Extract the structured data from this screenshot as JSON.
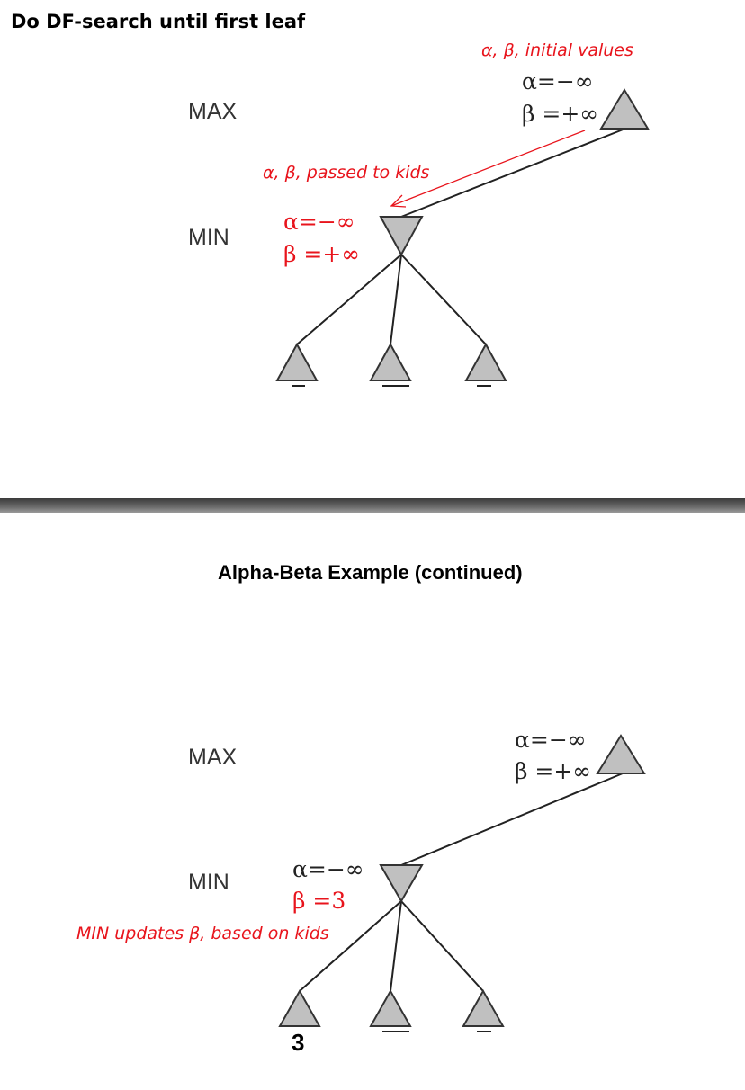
{
  "panel1": {
    "heading": "Do DF-search until first leaf",
    "max_label": "MAX",
    "min_label": "MIN",
    "note_initial": "α, β, initial values",
    "note_passed": "α, β, passed to kids",
    "max_alpha": "α=−∞",
    "max_beta": "β =+∞",
    "min_alpha": "α=−∞",
    "min_beta": "β =+∞"
  },
  "panel2": {
    "heading": "Alpha-Beta Example (continued)",
    "max_label": "MAX",
    "min_label": "MIN",
    "max_alpha": "α=−∞",
    "max_beta": "β =+∞",
    "min_alpha": "α=−∞",
    "min_beta": "β =3",
    "note_updates": "MIN updates β, based on kids",
    "leaf_value": "3"
  },
  "colors": {
    "annotation_red": "#e8141c",
    "node_fill": "#c0c0c0",
    "node_stroke": "#333333"
  }
}
